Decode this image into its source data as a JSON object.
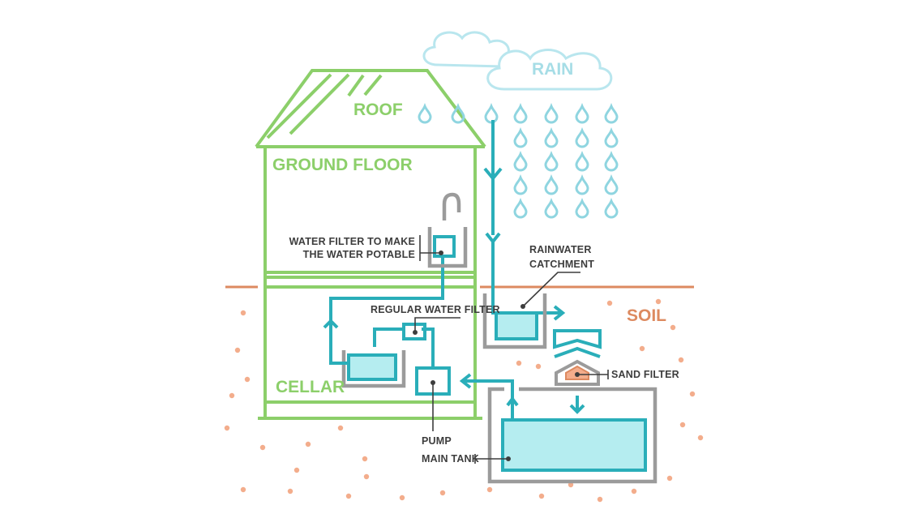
{
  "labels": {
    "rain": "RAIN",
    "roof": "ROOF",
    "ground_floor": "GROUND FLOOR",
    "cellar": "CELLAR",
    "soil": "SOIL",
    "filter_line1": "WATER FILTER TO MAKE",
    "filter_line2": "THE WATER POTABLE",
    "catchment_line1": "RAINWATER",
    "catchment_line2": "CATCHMENT",
    "regular_filter": "REGULAR WATER FILTER",
    "sand_filter": "SAND FILTER",
    "pump": "PUMP",
    "main_tank": "MAIN TANK"
  },
  "colors": {
    "house": "#8ccf6a",
    "pipe": "#2aaeb9",
    "water": "#b5edf0",
    "tank_outline": "#9b9b9b",
    "rain": "#a6dde6",
    "soil": "#dd8a60",
    "sand": "#f3ad8c"
  }
}
